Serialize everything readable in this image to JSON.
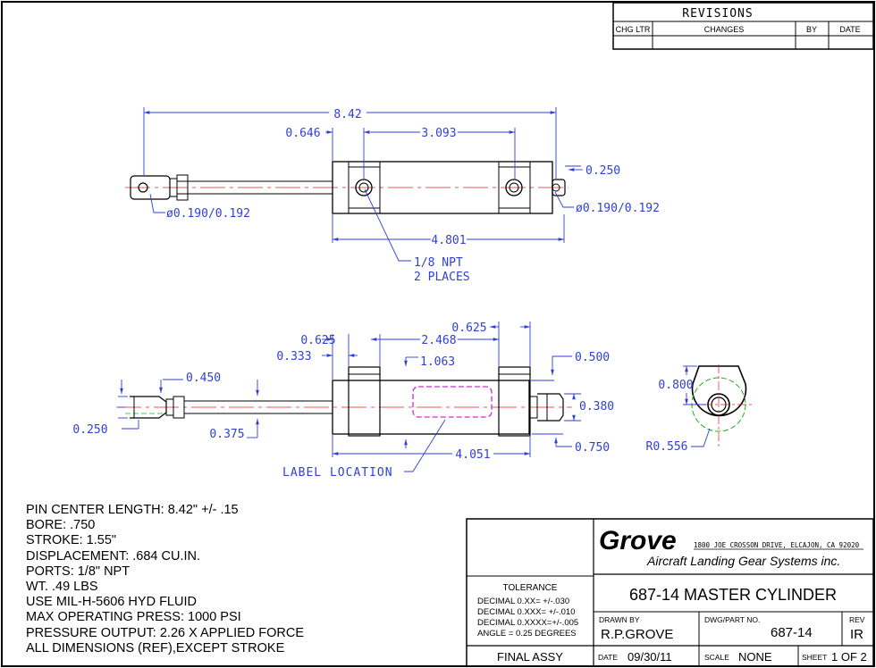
{
  "revisions": {
    "title": "REVISIONS",
    "headers": [
      "CHG LTR",
      "CHANGES",
      "BY",
      "DATE"
    ]
  },
  "top_view": {
    "overall_length": "8.42",
    "left_offset": "0.646",
    "port_spacing": "3.093",
    "right_offset": "0.250",
    "body_length": "4.801",
    "left_pin_dia": "ø0.190/0.192",
    "right_pin_dia": "ø0.190/0.192",
    "port_note_line1": "1/8 NPT",
    "port_note_line2": "2 PLACES"
  },
  "side_view": {
    "dim_0625_left": "0.625",
    "dim_2468": "2.468",
    "dim_0625_right": "0.625",
    "dim_0333": "0.333",
    "dim_1063": "1.063",
    "dim_0500": "0.500",
    "dim_0450": "0.450",
    "dim_0380": "0.380",
    "dim_0250": "0.250",
    "dim_0375": "0.375",
    "dim_4051": "4.051",
    "dim_0750": "0.750",
    "label_location": "LABEL LOCATION"
  },
  "end_view": {
    "dim_0800": "0.800",
    "radius": "R0.556"
  },
  "notes": [
    "PIN CENTER LENGTH: 8.42\" +/- .15",
    "BORE: .750",
    "STROKE: 1.55\"",
    "DISPLACEMENT: .684 CU.IN.",
    "PORTS: 1/8\" NPT",
    "WT.  .49 LBS",
    "USE MIL-H-5606 HYD FLUID",
    "MAX OPERATING PRESS: 1000 PSI",
    "PRESSURE OUTPUT: 2.26 X APPLIED FORCE",
    "ALL DIMENSIONS (REF),EXCEPT STROKE"
  ],
  "title_block": {
    "company": "Grove",
    "address": "1800 JOE CROSSON DRIVE, ELCAJON, CA 92020",
    "tagline": "Aircraft Landing Gear Systems inc.",
    "tolerance_title": "TOLERANCE",
    "tolerance_lines": [
      "DECIMAL 0.XX=  +/-.030",
      "DECIMAL 0.XXX= +/-.010",
      "DECIMAL 0.XXXX=+/-.005",
      "ANGLE = 0.25 DEGREES"
    ],
    "drawing_title": "687-14 MASTER CYLINDER",
    "drawn_by_label": "DRAWN BY",
    "drawn_by": "R.P.GROVE",
    "part_no_label": "DWG/PART NO.",
    "part_no": "687-14",
    "rev_label": "REV",
    "rev": "IR",
    "assy": "FINAL ASSY",
    "date_label": "DATE",
    "date": "09/30/11",
    "scale_label": "SCALE",
    "scale": "NONE",
    "sheet_label": "SHEET",
    "sheet": "1 OF 2"
  },
  "colors": {
    "dimension": "#2f3fd8",
    "centerline": "#e02020",
    "hidden_label": "#d22ad2",
    "hidden_thread": "#22aa22"
  }
}
